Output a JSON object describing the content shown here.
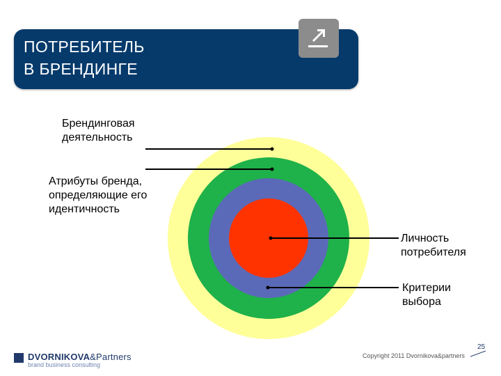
{
  "title": {
    "line1": "ПОТРЕБИТЕЛЬ",
    "line2": "В БРЕНДИНГЕ"
  },
  "icons": {
    "corner": "arrow-up-right-icon"
  },
  "diagram": {
    "rings": [
      {
        "name": "outer-ring",
        "color": "#ffff99"
      },
      {
        "name": "green-ring",
        "color": "#1fb14a"
      },
      {
        "name": "blue-ring",
        "color": "#5b6ab8"
      },
      {
        "name": "core-circle",
        "color": "#ff3300"
      }
    ],
    "labels": {
      "branding_activity_1": "Брендинговая",
      "branding_activity_2": "деятельность",
      "attributes_1": "Атрибуты бренда,",
      "attributes_2": "определяющие его",
      "attributes_3": "идентичность",
      "personality_1": "Личность",
      "personality_2": "потребителя",
      "criteria_1": "Критерии",
      "criteria_2": "выбора"
    }
  },
  "footer": {
    "logo_main": "DVORNIKOVA",
    "logo_amp": "&Partners",
    "logo_sub": "brand business consulting",
    "copyright": "Copyright 2011 Dvornikova&partners",
    "page_number": "25"
  }
}
